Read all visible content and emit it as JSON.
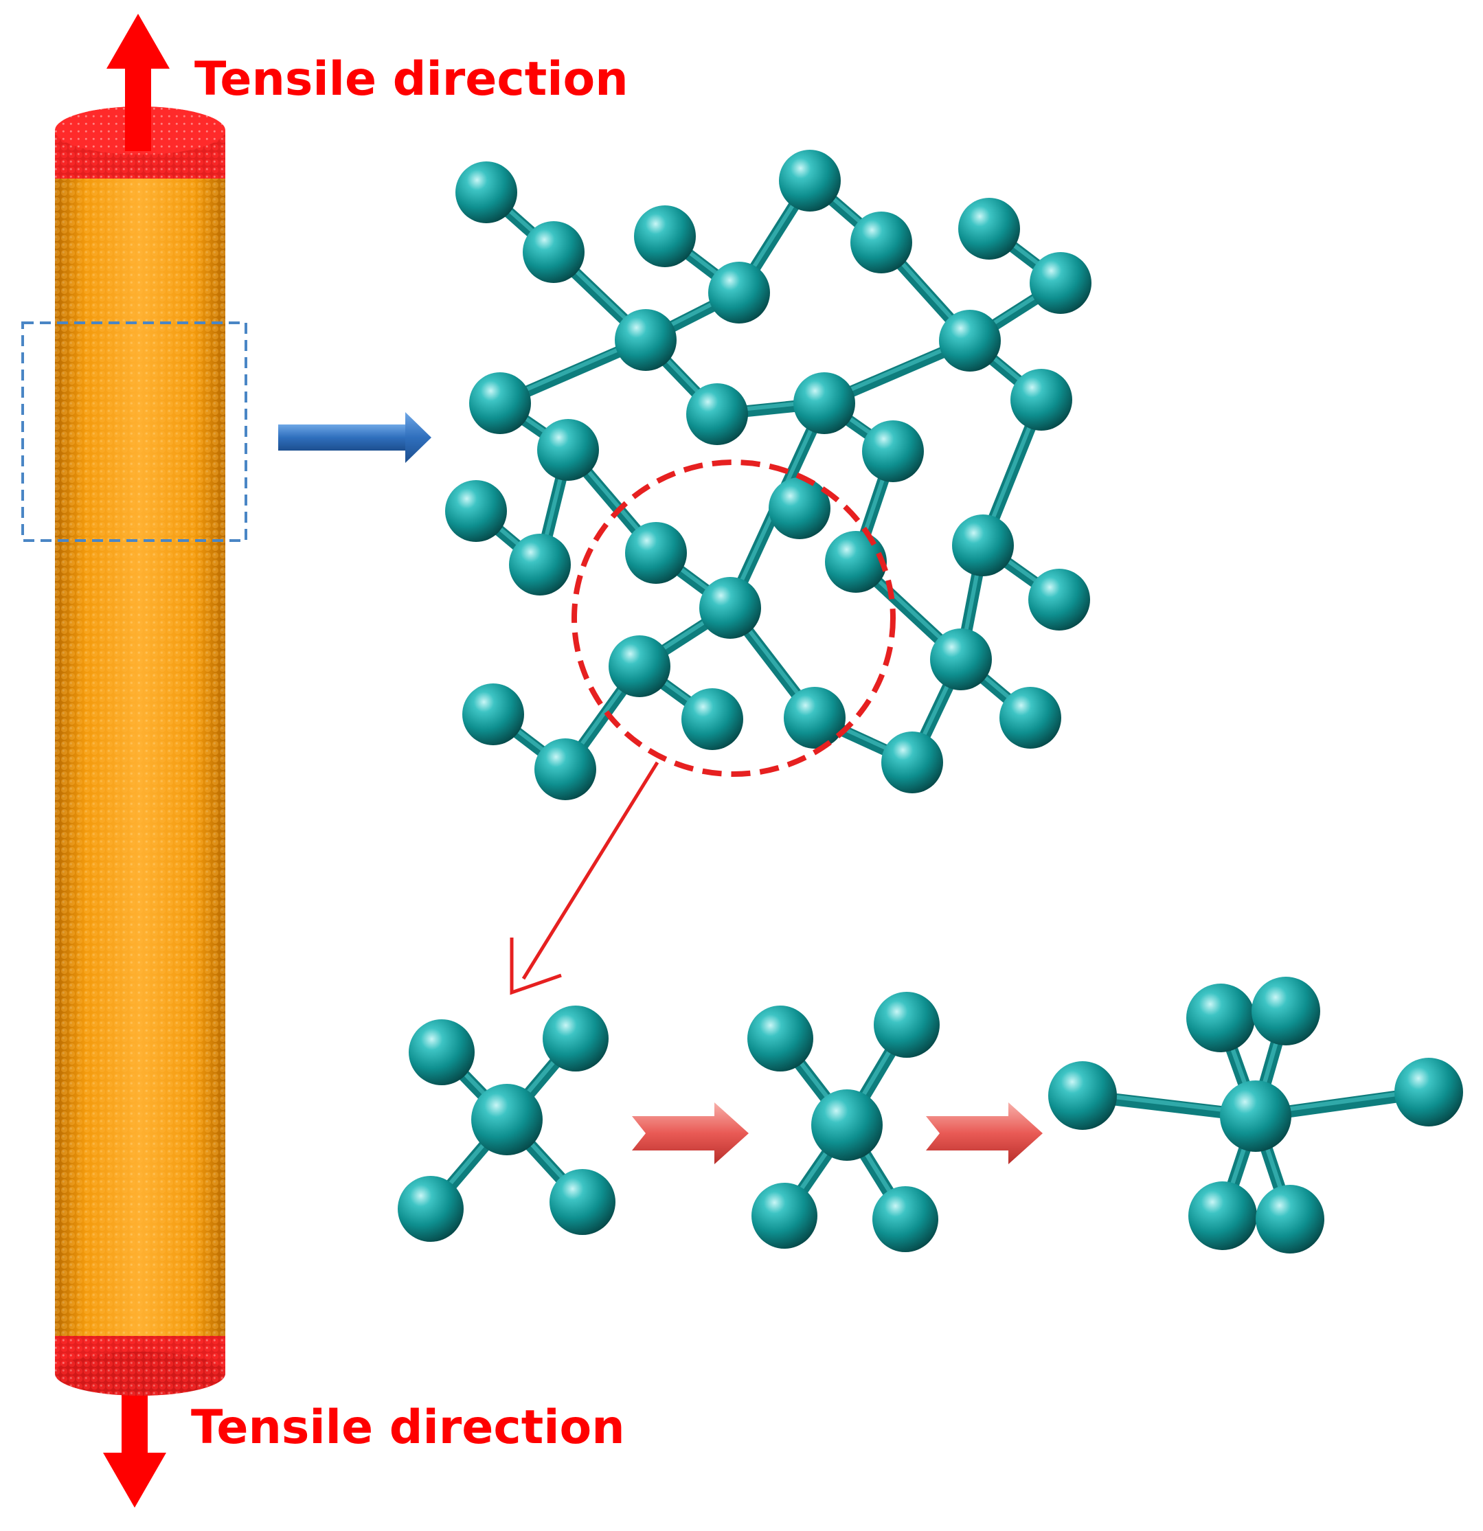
{
  "labels": {
    "top": "Tensile direction",
    "bottom": "Tensile direction"
  },
  "colors": {
    "nanowire_body": "#f39a0c",
    "nanowire_ends": "#e41e1e",
    "atom": "#0e8f8f",
    "bond": "#128a8a",
    "tensile_arrow": "#ff0000",
    "zoom_box": "#4a86c5",
    "zoom_arrow": "#2f6fbd",
    "focus_circle": "#e62020",
    "step_arrow": "#e95a55"
  },
  "diagram": {
    "panels": [
      "nanowire",
      "lattice-zoom",
      "tetrahedron-step-1",
      "tetrahedron-step-2",
      "tetrahedron-step-3"
    ]
  }
}
